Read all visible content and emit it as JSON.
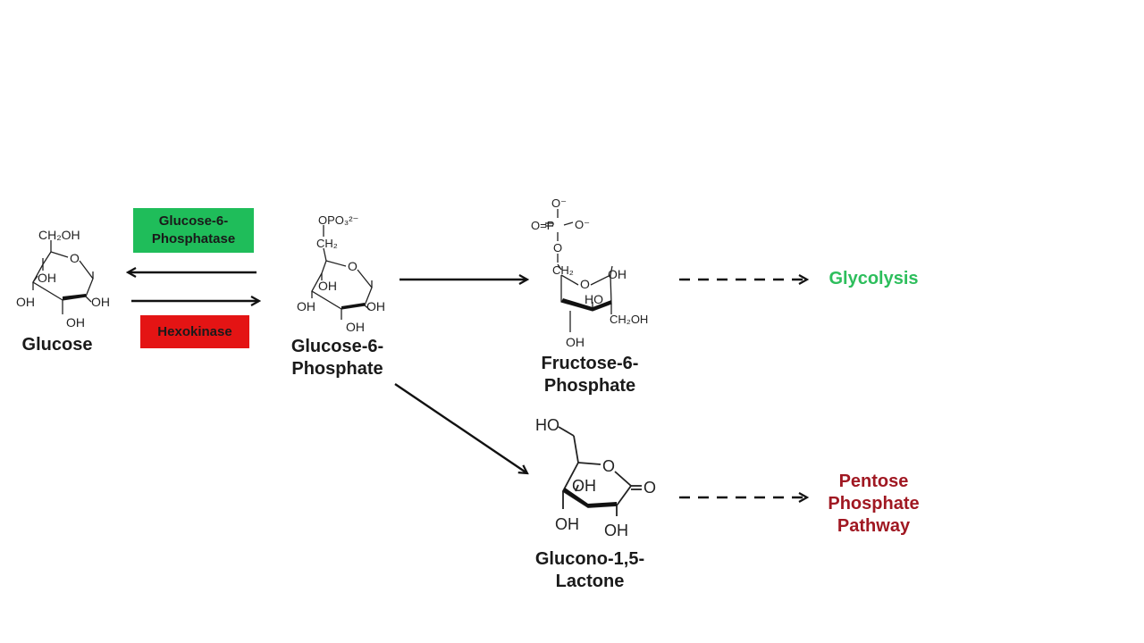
{
  "molecules": {
    "glucose": {
      "name": "Glucose",
      "groups": {
        "ch2oh": "CH₂OH",
        "ring_o": "O",
        "oh": "OH"
      }
    },
    "g6p": {
      "name_line1": "Glucose-6-",
      "name_line2": "Phosphate",
      "groups": {
        "po3": "OPO₃²⁻",
        "ch2": "CH₂",
        "ring_o": "O",
        "oh": "OH"
      }
    },
    "f6p": {
      "name_line1": "Fructose-6-",
      "name_line2": "Phosphate",
      "groups": {
        "o_minus": "O⁻",
        "o_eq_p": "O=P",
        "o": "O",
        "ch2": "CH₂",
        "ring_o": "O",
        "oh": "OH",
        "ho": "HO",
        "ch2oh": "CH₂OH"
      }
    },
    "lactone": {
      "name_line1": "Glucono-1,5-",
      "name_line2": "Lactone",
      "groups": {
        "ho": "HO",
        "ring_o": "O",
        "carbonyl_o": "O",
        "oh": "OH"
      }
    }
  },
  "enzymes": {
    "phosphatase": {
      "line1": "Glucose-6-",
      "line2": "Phosphatase",
      "color": "#1fbd5a"
    },
    "hexokinase": {
      "label": "Hexokinase",
      "color": "#e41414"
    }
  },
  "outcomes": {
    "glycolysis": {
      "label": "Glycolysis",
      "color": "#2dbe5c"
    },
    "ppp": {
      "line1": "Pentose",
      "line2": "Phosphate",
      "line3": "Pathway",
      "color": "#a01822"
    }
  }
}
